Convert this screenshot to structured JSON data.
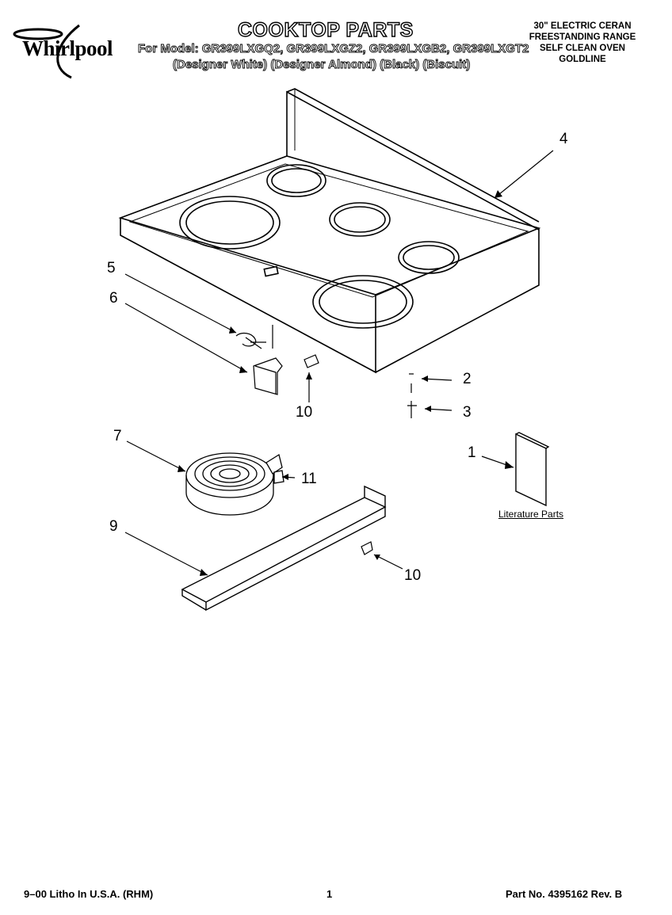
{
  "header": {
    "brand": "Whirlpool",
    "title": "COOKTOP PARTS",
    "models_line": "For Model: GR399LXGQ2, GR399LXGZ2, GR399LXGB2, GR399LXGT2",
    "colors_line": "(Designer White)  (Designer Almond)  (Black)       (Biscuit)",
    "product_lines": [
      "30\" ELECTRIC CERAN",
      "FREESTANDING RANGE",
      "SELF CLEAN OVEN",
      "GOLDLINE"
    ]
  },
  "callouts": [
    "4",
    "5",
    "6",
    "2",
    "10",
    "3",
    "7",
    "1",
    "11",
    "9",
    "10"
  ],
  "literature_label": "Literature Parts",
  "footer": {
    "left": "9–00 Litho In U.S.A. (RHM)",
    "page": "1",
    "part_no": "Part No. 4395162 Rev. B"
  }
}
